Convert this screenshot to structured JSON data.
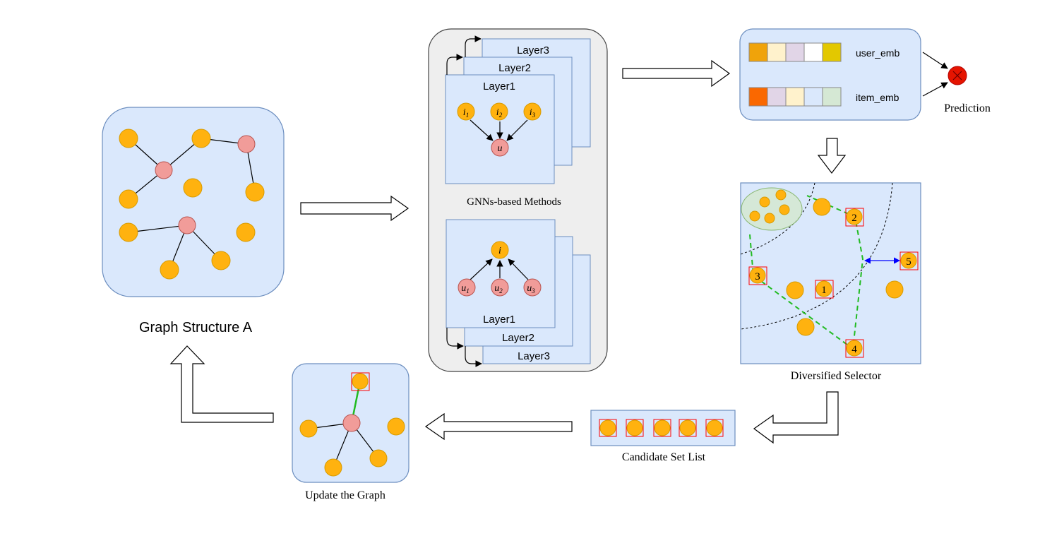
{
  "graph_structure": {
    "title": "Graph Structure A"
  },
  "gnn_panel": {
    "caption": "GNNs-based Methods",
    "top_stack": {
      "layers": [
        "Layer1",
        "Layer2",
        "Layer3"
      ],
      "item_nodes": [
        "i1",
        "i2",
        "i3"
      ],
      "user_node": "u"
    },
    "bottom_stack": {
      "layers": [
        "Layer1",
        "Layer2",
        "Layer3"
      ],
      "user_nodes": [
        "u1",
        "u2",
        "u3"
      ],
      "item_node": "i"
    }
  },
  "embeddings": {
    "user_label": "user_emb",
    "item_label": "item_emb",
    "user_colors": [
      "#f0a30a",
      "#fff2cc",
      "#e1d5e7",
      "#ffffff",
      "#e3c800"
    ],
    "item_colors": [
      "#fa6800",
      "#e1d5e7",
      "#fff2cc",
      "#dae8fc",
      "#d5e8d4"
    ]
  },
  "prediction": {
    "label": "Prediction"
  },
  "selector": {
    "caption": "Diversified Selector",
    "numbered_nodes": [
      "1",
      "2",
      "3",
      "4",
      "5"
    ]
  },
  "candidate_list": {
    "caption": "Candidate Set List",
    "count": 5
  },
  "update_graph": {
    "caption": "Update the Graph"
  },
  "colors": {
    "panel_fill": "#dae8fc",
    "panel_stroke": "#6c8ebf",
    "item_node": "#ffb20f",
    "user_node": "#f19c99",
    "selected_border": "#ff0000",
    "diversity_line": "#22bb22",
    "gray_panel": "#eeeeee"
  }
}
